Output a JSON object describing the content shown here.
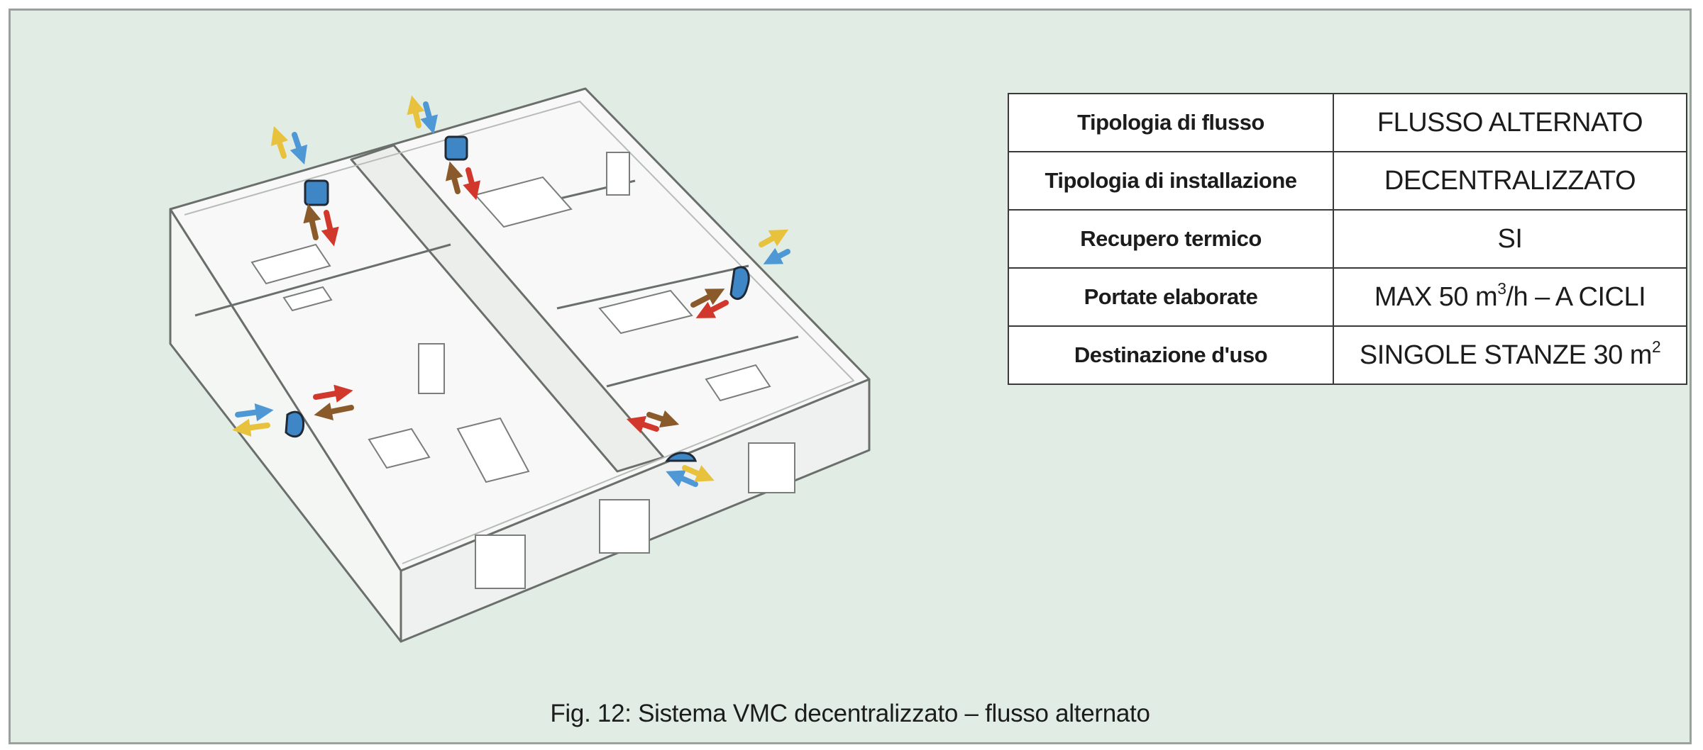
{
  "table": {
    "rows": [
      {
        "label": "Tipologia di flusso",
        "value": "FLUSSO ALTERNATO"
      },
      {
        "label": "Tipologia di installazione",
        "value": "DECENTRALIZZATO"
      },
      {
        "label": "Recupero termico",
        "value": "SI"
      },
      {
        "label": "Portate elaborate",
        "value_prefix": "MAX 50 m",
        "value_sup": "3",
        "value_suffix": "/h – A CICLI"
      },
      {
        "label": "Destinazione d'uso",
        "value_prefix": "SINGOLE STANZE 30 m",
        "value_sup": "2",
        "value_suffix": ""
      }
    ]
  },
  "caption": "Fig. 12: Sistema VMC decentralizzato – flusso alternato",
  "colors": {
    "background": "#e1ede4",
    "air_in_blue": "#4f98d6",
    "air_out_yellow": "#e8c23c",
    "warm_red": "#d2372b",
    "exhaust_brown": "#8a5a2b",
    "unit_blue": "#3f86c7"
  }
}
